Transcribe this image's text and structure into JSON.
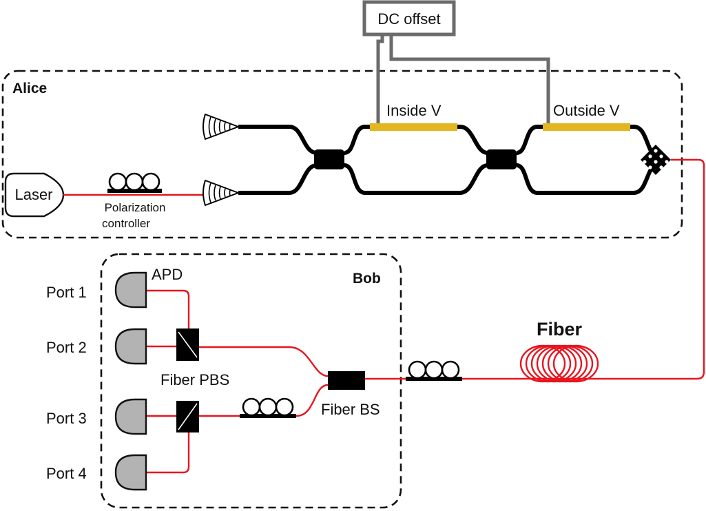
{
  "labels": {
    "dc_offset": "DC offset",
    "alice": "Alice",
    "bob": "Bob",
    "laser": "Laser",
    "polarization_controller_line1": "Polarization",
    "polarization_controller_line2": "controller",
    "inside_v": "Inside V",
    "outside_v": "Outside V",
    "apd": "APD",
    "port_1": "Port 1",
    "port_2": "Port 2",
    "port_3": "Port 3",
    "port_4": "Port 4",
    "fiber_pbs": "Fiber PBS",
    "fiber_bs": "Fiber BS",
    "fiber": "Fiber"
  },
  "colors": {
    "fiber_red": "#e8141e",
    "electrode_gold": "#e3b520",
    "waveguide_black": "#000000",
    "dc_wire_gray": "#6b6b6b",
    "detector_gray": "#b3b3b3"
  }
}
